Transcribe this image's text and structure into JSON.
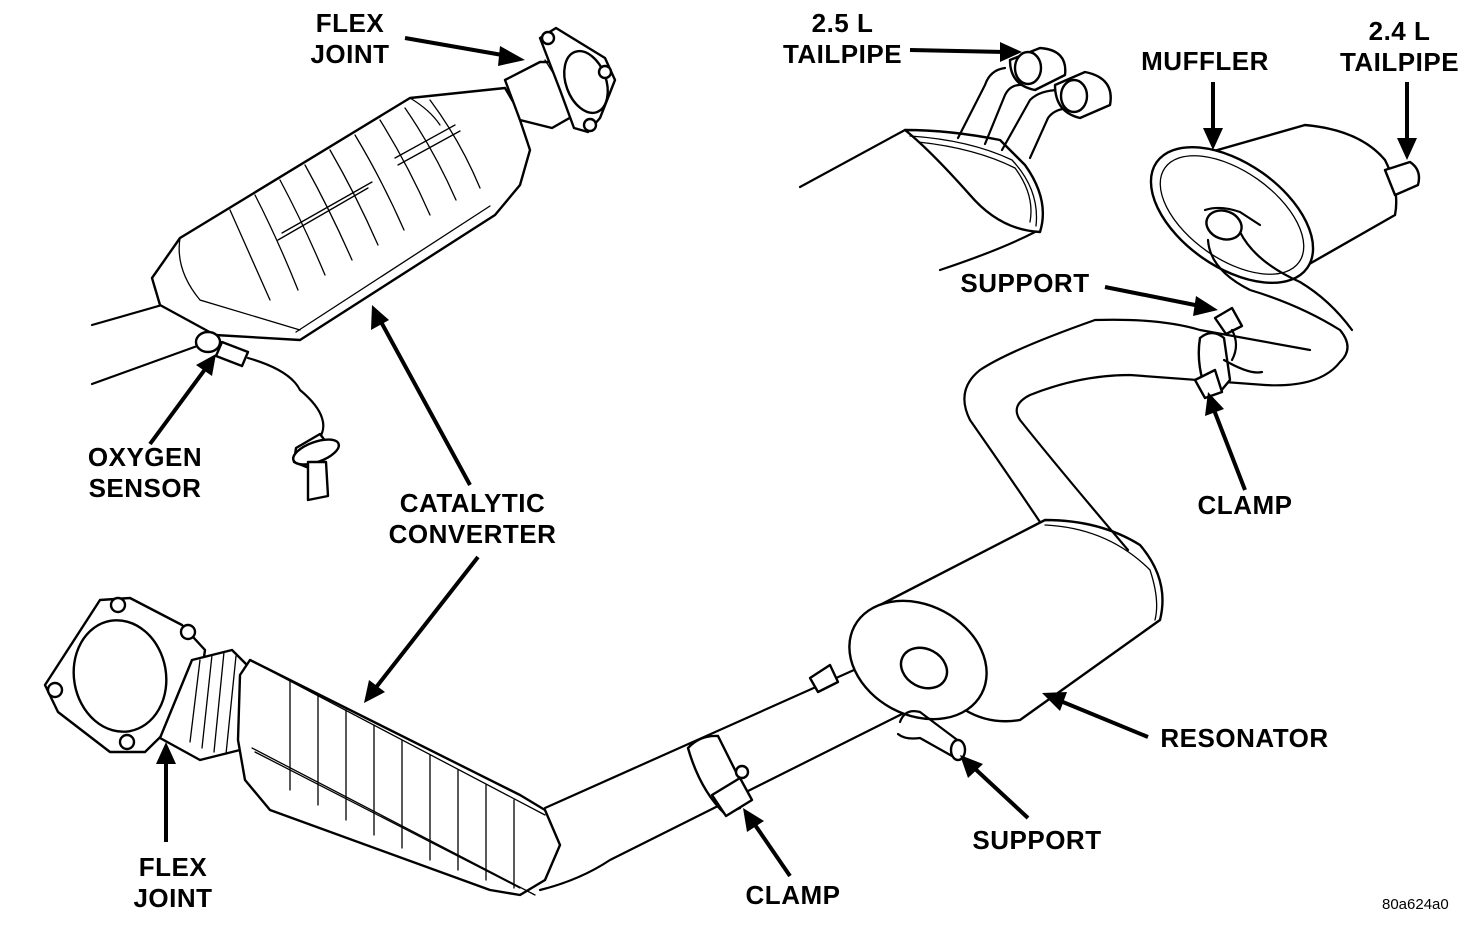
{
  "labels": {
    "flex_joint_top": [
      "FLEX",
      "JOINT"
    ],
    "tailpipe_25": [
      "2.5 L",
      "TAILPIPE"
    ],
    "muffler": "MUFFLER",
    "tailpipe_24": [
      "2.4 L",
      "TAILPIPE"
    ],
    "support_upper": "SUPPORT",
    "clamp_upper": "CLAMP",
    "oxygen_sensor": [
      "OXYGEN",
      "SENSOR"
    ],
    "catalytic_converter": [
      "CATALYTIC",
      "CONVERTER"
    ],
    "resonator": "RESONATOR",
    "support_lower": "SUPPORT",
    "flex_joint_bottom": [
      "FLEX",
      "JOINT"
    ],
    "clamp_lower": "CLAMP"
  },
  "figure_code": "80a624a0"
}
